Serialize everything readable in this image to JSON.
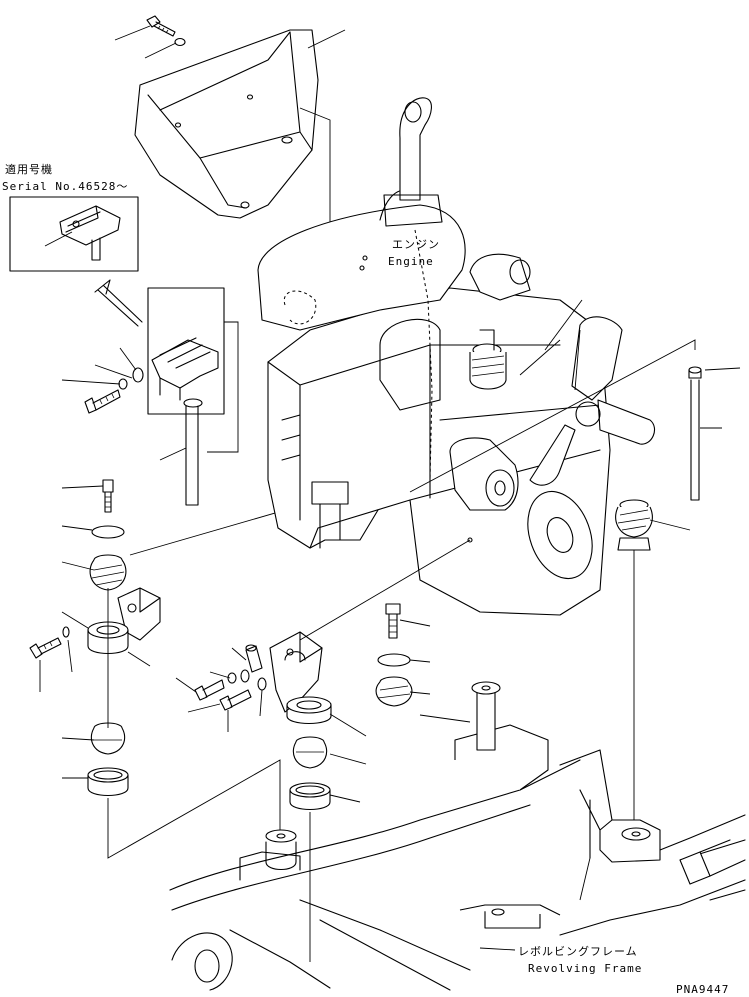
{
  "labels": {
    "engine_jp": "エンジン",
    "engine_en": "Engine",
    "serial_jp": "適用号機",
    "serial_en": "Serial No.46528～",
    "frame_jp": "レボルビングフレーム",
    "frame_en": "Revolving Frame",
    "drawing_code": "PNA9447"
  }
}
